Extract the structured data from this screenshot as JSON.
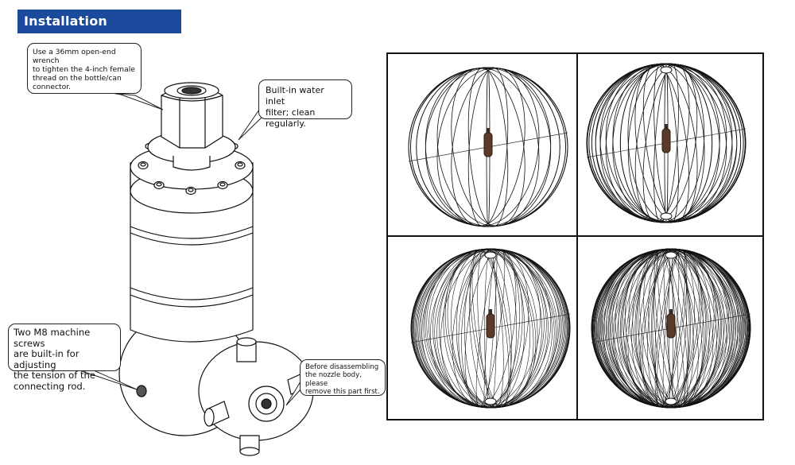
{
  "title": "Installation Instructions",
  "callouts": {
    "wrench": [
      "Use a 36mm open-end wrench",
      "to tighten the 4-inch female",
      "thread on the bottle/can",
      "connector."
    ],
    "filter": [
      "Built-in water inlet",
      "filter; clean regularly."
    ],
    "screws": [
      "Two M8 machine screws",
      "are built-in for adjusting",
      "the tension of the",
      "connecting rod."
    ],
    "disassemble": [
      "Before disassembling",
      "the nozzle body, please",
      "remove this part first."
    ]
  },
  "colors": {
    "title_bg": "#1b4a9c",
    "title_text": "#ffffff",
    "line": "#111111"
  },
  "panels": [
    {
      "density": "sparse",
      "icon": "nozzle-icon"
    },
    {
      "density": "light",
      "icon": "nozzle-icon"
    },
    {
      "density": "medium",
      "icon": "nozzle-icon"
    },
    {
      "density": "dense",
      "icon": "nozzle-icon"
    }
  ]
}
